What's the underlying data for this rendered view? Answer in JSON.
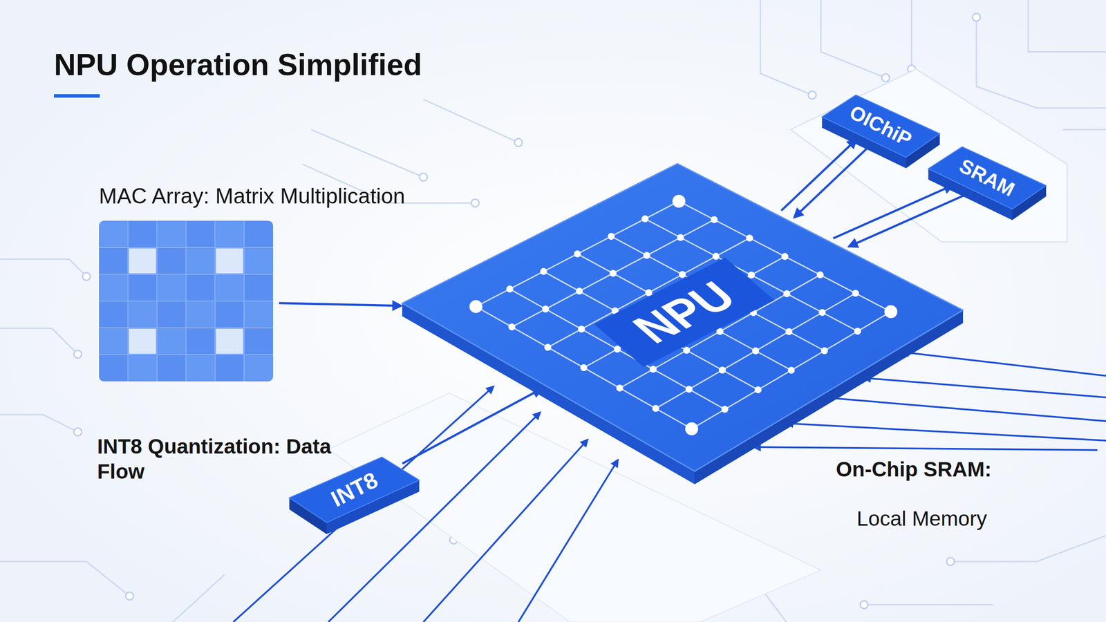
{
  "diagram": {
    "title": "NPU Operation Simplified",
    "nodes": [
      {
        "text": [
          "MAC Array: Matrix Multiplication"
        ]
      },
      {
        "text": [
          "NPU"
        ]
      },
      {
        "text": [
          "OIChiP"
        ]
      },
      {
        "text": [
          "SRAM"
        ]
      },
      {
        "text": [
          "INT8"
        ]
      }
    ],
    "edges": [
      {
        "from": 0,
        "to": 1,
        "arrow": "to"
      },
      {
        "from": 2,
        "to": 1,
        "arrow": "both"
      },
      {
        "from": 3,
        "to": 1,
        "arrow": "both"
      },
      {
        "from": 4,
        "to": 1,
        "arrow": "to"
      }
    ],
    "labels": [
      "INT8 Quantization: Data Flow",
      "On-Chip SRAM:",
      "Local Memory"
    ]
  }
}
